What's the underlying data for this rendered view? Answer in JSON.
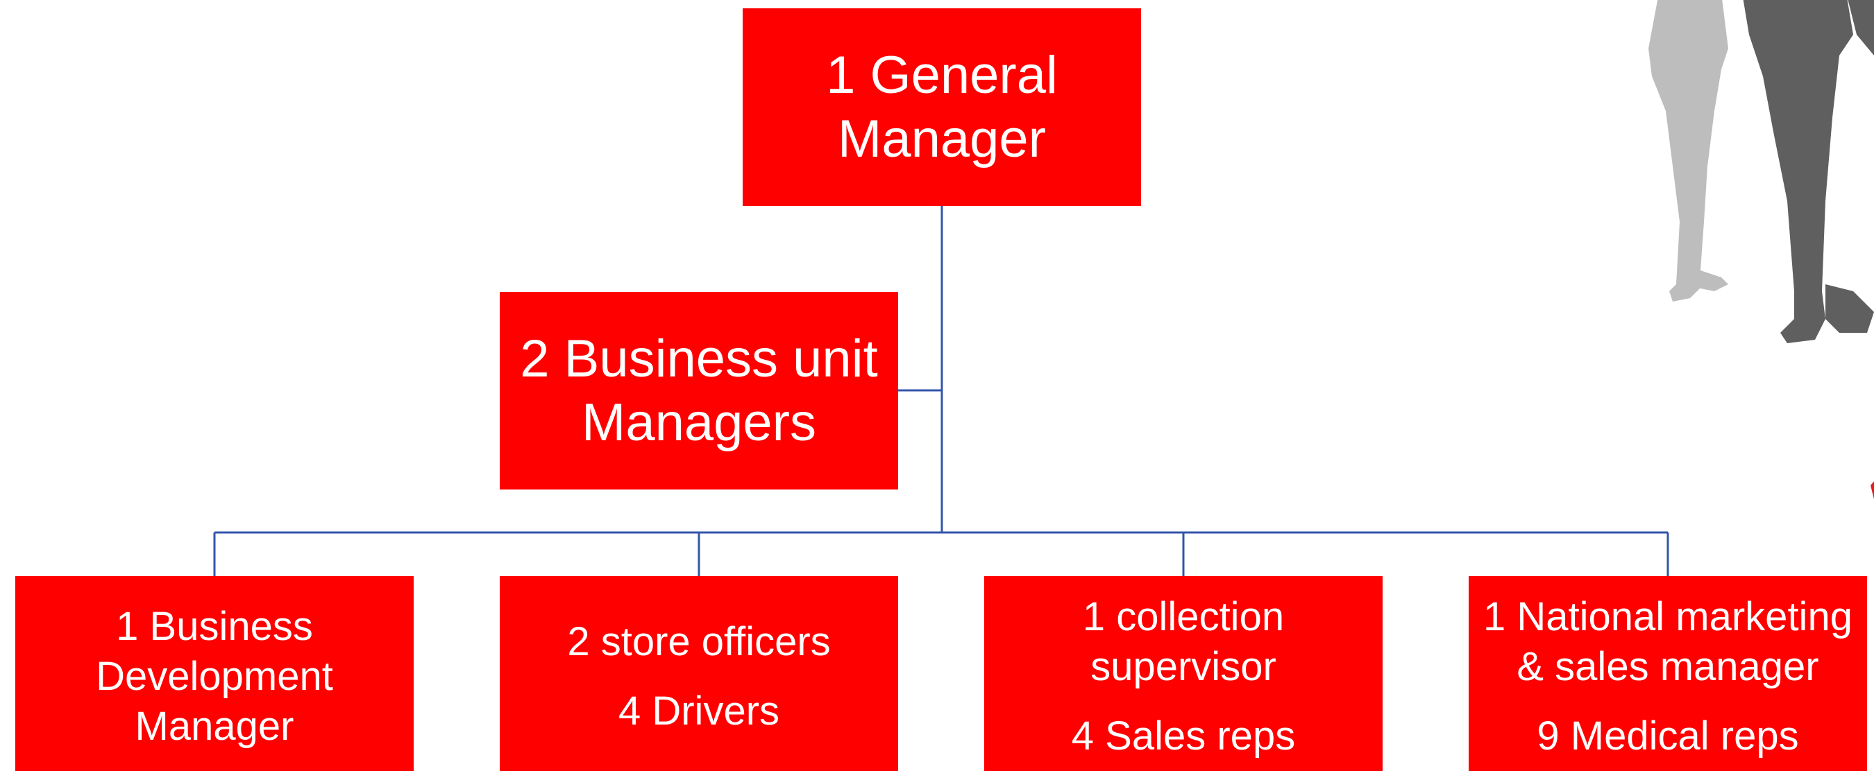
{
  "colors": {
    "box_fill": "#ff0000",
    "box_text": "#ffffff",
    "connector": "#3355aa",
    "silhouette_light": "#bdbdbd",
    "silhouette_dark": "#5f5f5f",
    "accent": "#e02020"
  },
  "nodes": {
    "general_manager": {
      "lines": [
        "1 General",
        "Manager"
      ]
    },
    "business_unit_managers": {
      "lines": [
        "2 Business unit",
        "Managers"
      ]
    },
    "business_development": {
      "lines": [
        "1 Business",
        "Development",
        "Manager"
      ]
    },
    "store": {
      "lines": [
        "2 store officers"
      ],
      "extra": [
        "4 Drivers"
      ]
    },
    "collection": {
      "lines": [
        "1 collection",
        "supervisor"
      ],
      "extra": [
        "4 Sales reps"
      ]
    },
    "national": {
      "lines": [
        "1 National marketing",
        "& sales manager"
      ],
      "extra": [
        "9 Medical reps"
      ]
    }
  },
  "decorations": {
    "people_icon": "people-silhouette-icon",
    "accent_icon": "red-shape-icon"
  }
}
